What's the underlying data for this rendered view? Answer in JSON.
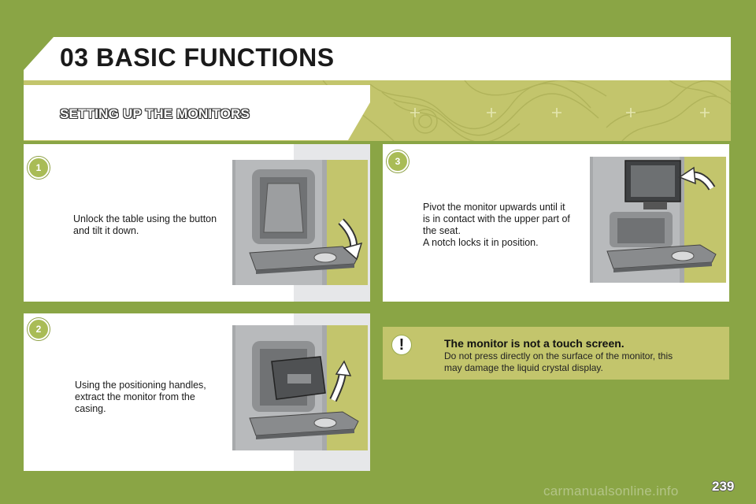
{
  "header": {
    "title": "03 BASIC FUNCTIONS"
  },
  "section": {
    "title": "SETTING UP THE MONITORS"
  },
  "steps": [
    {
      "number": "1",
      "lines": [
        "Unlock the table using the button",
        "and tilt it down."
      ]
    },
    {
      "number": "2",
      "lines": [
        "Using the positioning handles,",
        "extract the monitor from the",
        "casing."
      ]
    },
    {
      "number": "3",
      "lines": [
        "Pivot the monitor upwards until it",
        "is in contact with the upper part of",
        "the seat.",
        "A notch locks it in position."
      ]
    }
  ],
  "warning": {
    "icon_symbol": "!",
    "title": "The monitor is not a touch screen.",
    "lines": [
      "Do not press directly on the surface of the monitor, this",
      "may damage the liquid crystal display."
    ]
  },
  "page_number": "239",
  "watermark": "carmanualsonline.info",
  "colors": {
    "background": "#8aa545",
    "accent": "#c3c56c",
    "badge": "#a9bc56",
    "panel": "#ffffff"
  }
}
